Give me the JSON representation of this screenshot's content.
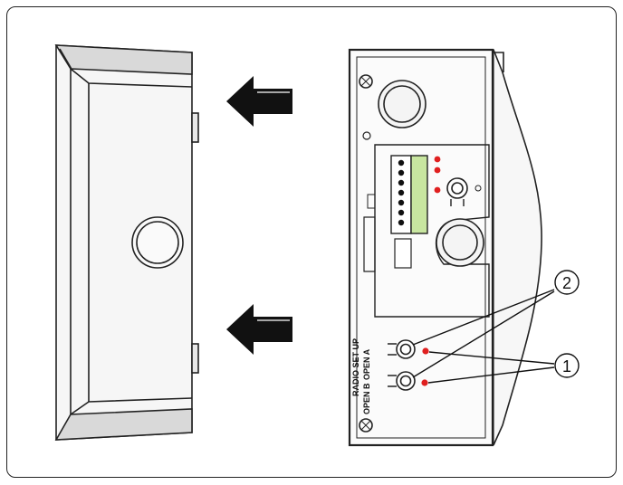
{
  "labels": {
    "radio_setup": "RADIO SET UP",
    "open_b": "OPEN B",
    "open_a": "OPEN A",
    "callout_buttons": "2",
    "callout_leds": "1"
  },
  "colors": {
    "led_red": "#e02020",
    "terminal_green": "#c8e6a0",
    "outline": "#222222",
    "cover_fill": "#f2f2f2"
  },
  "icons": {
    "arrow": "arrow-left-icon"
  }
}
